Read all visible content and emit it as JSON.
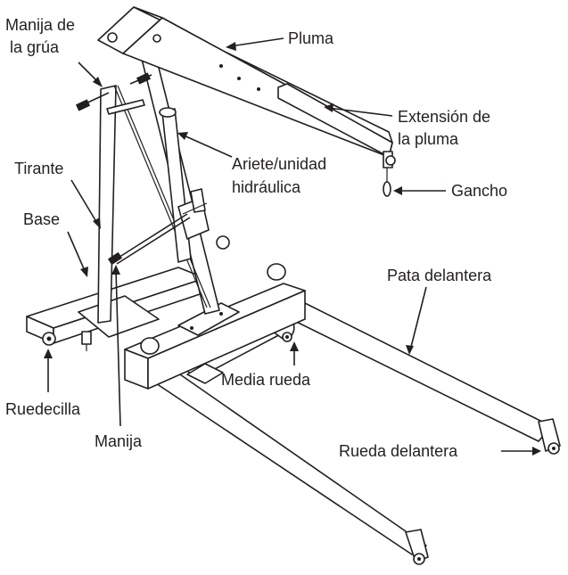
{
  "labels": {
    "manija_grua": [
      "Manija de",
      "la grúa"
    ],
    "pluma": "Pluma",
    "extension": [
      "Extensión de",
      "la pluma"
    ],
    "ariete": [
      "Ariete/unidad",
      "hidráulica"
    ],
    "tirante": "Tirante",
    "gancho": "Gancho",
    "base": "Base",
    "pata_delantera": "Pata delantera",
    "media_rueda": "Media rueda",
    "ruedecilla": "Ruedecilla",
    "manija": "Manija",
    "rueda_delantera": "Rueda delantera"
  },
  "colors": {
    "line": "#231f20",
    "background": "#ffffff"
  }
}
